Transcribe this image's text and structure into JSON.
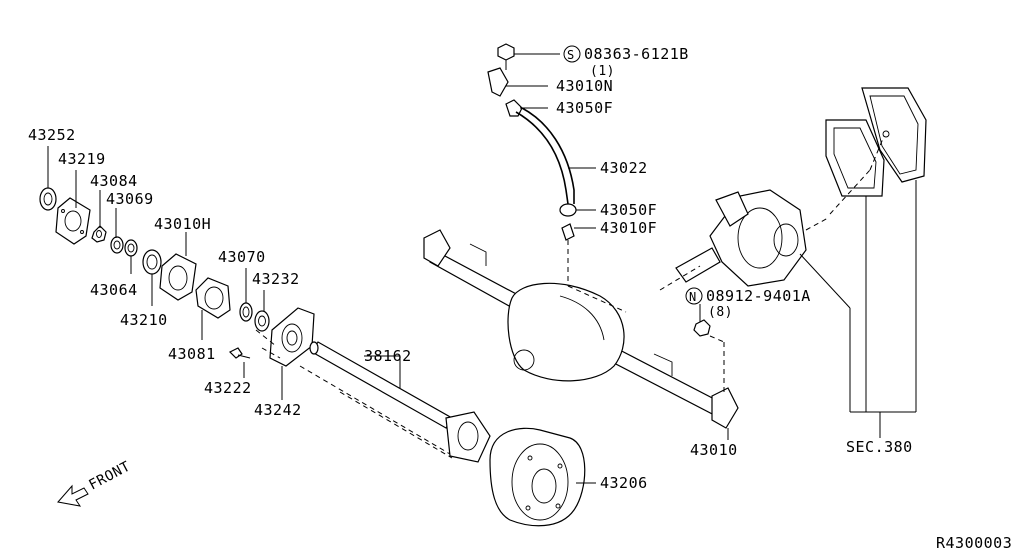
{
  "labels": {
    "l43252": "43252",
    "l43219": "43219",
    "l43084": "43084",
    "l43069": "43069",
    "l43010h": "43010H",
    "l43064": "43064",
    "l43210": "43210",
    "l43070": "43070",
    "l43232": "43232",
    "l43081": "43081",
    "l43222": "43222",
    "l43242": "43242",
    "l38162": "38162",
    "l43206": "43206",
    "l43010": "43010",
    "l43022": "43022",
    "l43050f_top": "43050F",
    "l43050f_mid": "43050F",
    "l43010n": "43010N",
    "l43010f": "43010F",
    "bolt_part": "08363-6121B",
    "bolt_qty": "(1)",
    "bolt_prefix": "S",
    "nut_part": "08912-9401A",
    "nut_qty": "(8)",
    "nut_prefix": "N",
    "sec": "SEC.380",
    "front": "FRONT",
    "diagram_id": "R4300003"
  }
}
